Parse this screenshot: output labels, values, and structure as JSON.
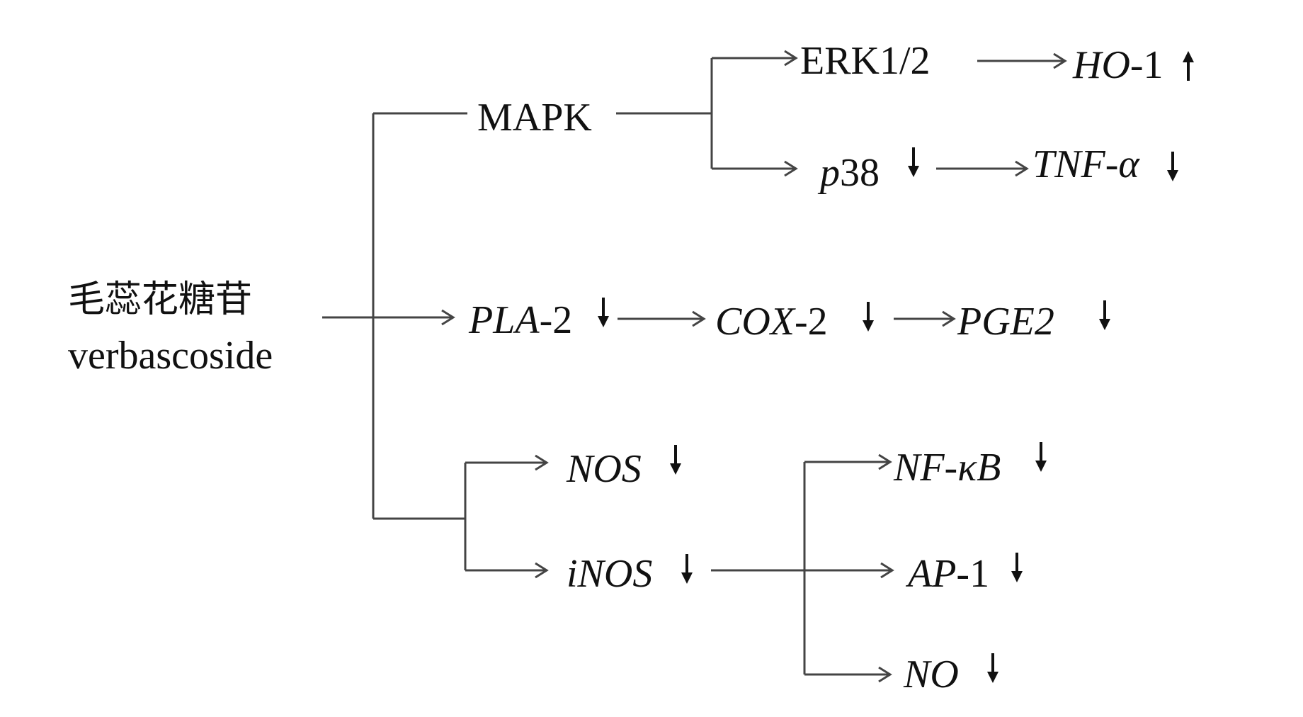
{
  "source": {
    "name_zh": "毛蕊花糖苷",
    "name_en": "verbascoside"
  },
  "nodes": {
    "mapk": "MAPK",
    "erk": "ERK1/2",
    "ho1": {
      "italic": "HO",
      "plain": "-1",
      "trend": "up"
    },
    "p38": {
      "italic": "p",
      "plain": "38",
      "trend": "down"
    },
    "tnf": {
      "italic": "TNF-α",
      "plain": "",
      "trend": "down"
    },
    "pla2": {
      "italic": "PLA",
      "plain": "-2",
      "trend": "down"
    },
    "cox2": {
      "italic": "COX",
      "plain": "-2",
      "trend": "down"
    },
    "pge2": {
      "italic": "PGE",
      "plain": "2",
      "trend": "down"
    },
    "nos": {
      "italic": "NOS",
      "plain": "",
      "trend": "down"
    },
    "inos": {
      "italic": "iNOS",
      "plain": "",
      "trend": "down"
    },
    "nfkb": {
      "italic": "NF-κB",
      "plain": "",
      "trend": "down"
    },
    "ap1": {
      "italic": "AP",
      "plain": "-1",
      "trend": "down"
    },
    "no": {
      "italic": "NO",
      "plain": "",
      "trend": "down"
    }
  }
}
